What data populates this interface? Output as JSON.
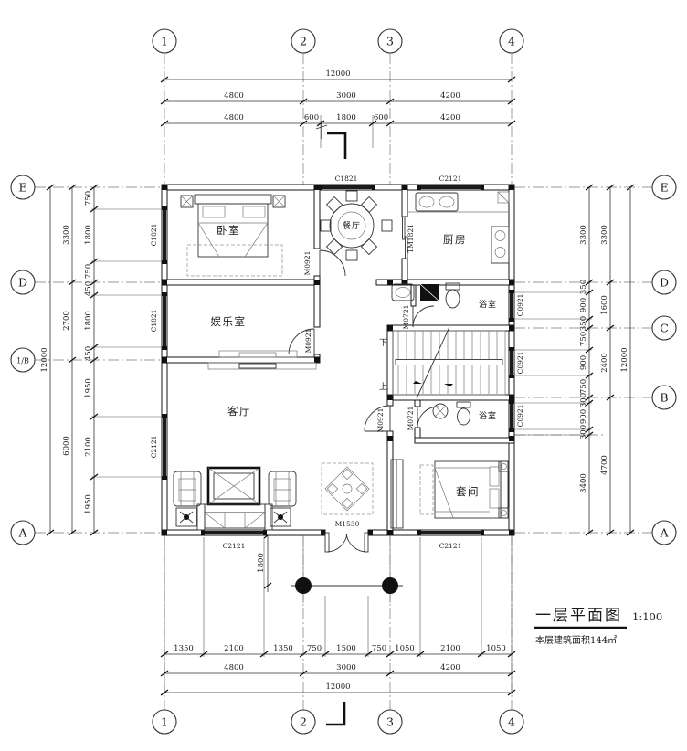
{
  "drawing": {
    "title": "一层平面图",
    "scale": "1:100",
    "subtitle": "本层建筑面积144㎡"
  },
  "axis": {
    "top": [
      "1",
      "2",
      "3",
      "4"
    ],
    "bottom": [
      "1",
      "2",
      "3",
      "4"
    ],
    "left": [
      "E",
      "D",
      "1/B",
      "A"
    ],
    "right": [
      "E",
      "D",
      "C",
      "B",
      "A"
    ]
  },
  "rooms": {
    "bedroom": "卧室",
    "dining": "餐厅",
    "kitchen": "厨房",
    "entertainment": "娱乐室",
    "living": "客厅",
    "bath_top": "浴室",
    "bath_bottom": "浴室",
    "suite": "套间"
  },
  "stairs": {
    "down": "下",
    "up": "上"
  },
  "openings": {
    "win_top_dining": "C1821",
    "win_top_kitchen": "C2121",
    "win_left_bedroom": "C1821",
    "win_left_entertainment": "C1821",
    "win_left_living": "C2121",
    "win_right_bath_top": "C0921",
    "win_right_stair": "C0921",
    "win_right_bath_bottom": "C0921",
    "win_bottom_living": "C2121",
    "win_bottom_suite": "C2121",
    "door_bedroom": "M0921",
    "door_entertainment": "M0921",
    "door_hall": "M0921",
    "door_bath_top": "M0721",
    "door_bath_bottom": "M0721",
    "door_kitchen_sliding": "TM1821",
    "door_main": "M1530"
  },
  "dims": {
    "top": {
      "total": "12000",
      "major": [
        "4800",
        "3000",
        "4200"
      ],
      "minor": [
        "4800",
        "600",
        "1800",
        "600",
        "4200"
      ]
    },
    "bottom": {
      "minor": [
        "1350",
        "2100",
        "1350",
        "750",
        "1500",
        "750",
        "1050",
        "2100",
        "1050"
      ],
      "major": [
        "4800",
        "3000",
        "4200"
      ],
      "total": "12000"
    },
    "left": {
      "minor": [
        "750",
        "1800",
        "750",
        "450",
        "1800",
        "450",
        "1950",
        "2100",
        "1950"
      ],
      "major": [
        "3300",
        "2700",
        "6000"
      ],
      "total": "12000"
    },
    "right": {
      "minor": [
        "3300",
        "350",
        "900",
        "350",
        "750",
        "900",
        "750",
        "300",
        "900",
        "300",
        "3400"
      ],
      "major": [
        "3300",
        "1600",
        "2400",
        "4700"
      ],
      "total": "12000"
    },
    "porch_depth": "1800"
  }
}
